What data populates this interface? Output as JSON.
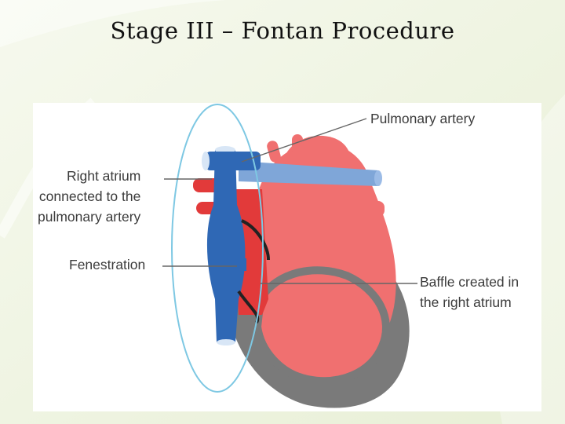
{
  "slide": {
    "title": "Stage III – Fontan Procedure"
  },
  "diagram": {
    "labels": {
      "pulmonary_artery": "Pulmonary artery",
      "ra_connection_line1": "Right atrium",
      "ra_connection_line2": "connected to the",
      "ra_connection_line3": "pulmonary artery",
      "fenestration": "Fenestration",
      "baffle_line1": "Baffle created in",
      "baffle_line2": "the right atrium"
    },
    "colors": {
      "venous_blue": "#2f68b5",
      "pulmonary_blue": "#7fa6d8",
      "heart_red": "#f07070",
      "arterial_red": "#e23a3a",
      "shadow_gray": "#7a7a7a",
      "highlight_ring": "#7ec8e3"
    }
  }
}
